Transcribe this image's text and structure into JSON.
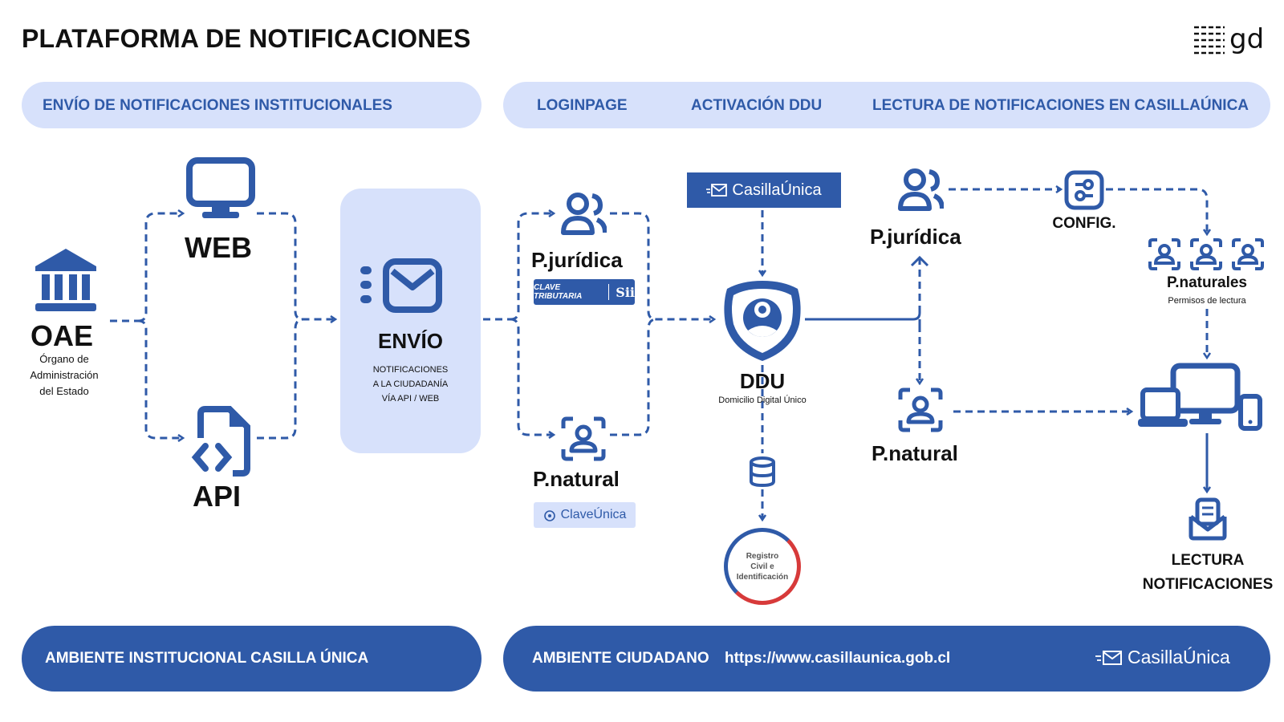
{
  "title": "PLATAFORMA DE NOTIFICACIONES",
  "logo": {
    "text": "gd"
  },
  "top_bands": {
    "left": "ENVÍO DE NOTIFICACIONES INSTITUCIONALES",
    "right": [
      "LOGINPAGE",
      "ACTIVACIÓN DDU",
      "LECTURA DE NOTIFICACIONES EN CASILLAÚNICA"
    ]
  },
  "oae": {
    "label": "OAE",
    "desc": [
      "Órgano de",
      "Administración",
      "del Estado"
    ]
  },
  "web": {
    "label": "WEB"
  },
  "api": {
    "label": "API"
  },
  "envio": {
    "label": "ENVÍO",
    "desc": [
      "NOTIFICACIONES",
      "A LA CIUDADANÍA",
      "VÍA API / WEB"
    ]
  },
  "login": {
    "juridica": "P.jurídica",
    "clave_tributaria": "CLAVE TRIBUTARIA",
    "sii": "Sii",
    "natural": "P.natural",
    "clave_unica": "ClaveÚnica"
  },
  "ddu": {
    "casilla_label": "CasillaÚnica",
    "label": "DDU",
    "desc": "Domicilio Digital Único",
    "registro": [
      "Registro",
      "Civil e",
      "Identificación"
    ]
  },
  "lectura": {
    "juridica": "P.jurídica",
    "config": "CONFIG.",
    "naturales": "P.naturales",
    "permisos": "Permisos de lectura",
    "natural": "P.natural",
    "lectura_label": [
      "LECTURA",
      "NOTIFICACIONES"
    ]
  },
  "bottom_bands": {
    "left": "AMBIENTE INSTITUCIONAL CASILLA ÚNICA",
    "right_label": "AMBIENTE CIUDADANO",
    "url": "https://www.casillaunica.gob.cl",
    "brand": "CasillaÚnica"
  },
  "colors": {
    "primary": "#2f5aa8",
    "light": "#d7e1fb",
    "dark_text": "#111111",
    "red": "#d73a3a"
  },
  "icons": [
    "building-icon",
    "monitor-icon",
    "code-file-icon",
    "mail-icon",
    "users-icon",
    "user-scan-icon",
    "user-shield-icon",
    "database-icon",
    "settings-icon",
    "devices-icon",
    "mail-read-icon"
  ]
}
